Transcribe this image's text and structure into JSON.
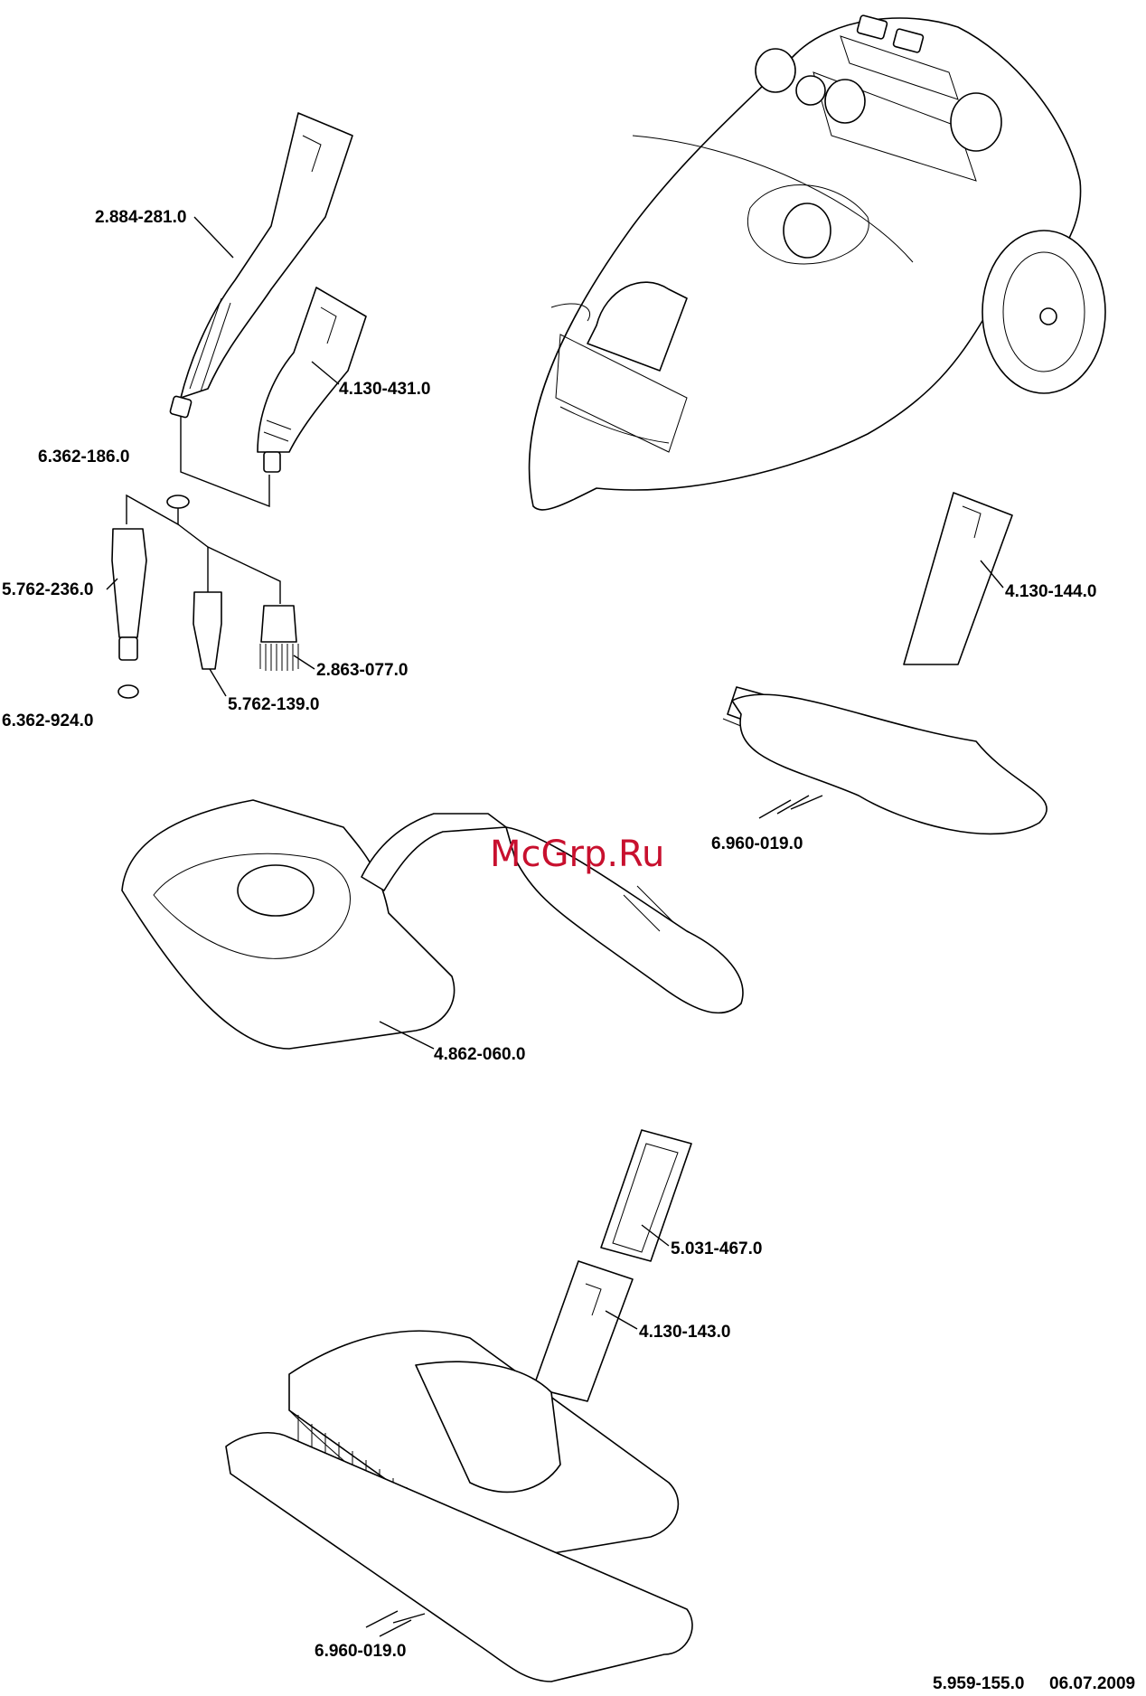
{
  "watermark": "McGrp.Ru",
  "footer": {
    "doc_number": "5.959-155.0",
    "date": "06.07.2009"
  },
  "labels": {
    "nozzle_long": "2.884-281.0",
    "nozzle_detail": "4.130-431.0",
    "o_ring_top": "6.362-186.0",
    "extension_tube": "5.762-236.0",
    "o_ring_bottom": "6.362-924.0",
    "point_nozzle": "5.762-139.0",
    "round_brush": "2.863-077.0",
    "hand_nozzle": "4.130-144.0",
    "terry_cover_small": "6.960-019.0",
    "iron": "4.862-060.0",
    "ext_tube_top": "5.031-467.0",
    "floor_adapter": "4.130-143.0",
    "floor_cloth": "6.960-019.0"
  }
}
